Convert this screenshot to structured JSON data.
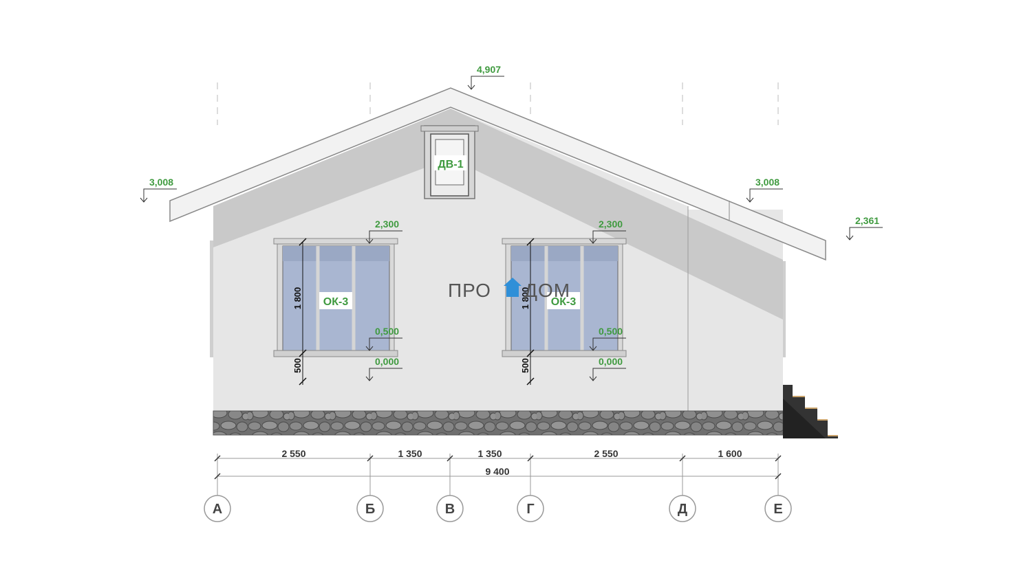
{
  "levels": {
    "ridge": "4,907",
    "eave_left": "3,008",
    "eave_right": "3,008",
    "eave_low_right": "2,361",
    "window_top_left": "2,300",
    "window_top_right": "2,300",
    "sill_left": "0,500",
    "sill_right": "0,500",
    "zero_left": "0,000",
    "zero_right": "0,000"
  },
  "tags": {
    "gable_door": "ДВ-1",
    "window_left": "ОК-3",
    "window_right": "ОК-3"
  },
  "window_dims": {
    "left_height": "1 800",
    "left_sill": "500",
    "right_height": "1 800",
    "right_sill": "500"
  },
  "dimensions": {
    "segments": [
      "2 550",
      "1 350",
      "1 350",
      "2 550",
      "1 600"
    ],
    "total": "9 400"
  },
  "axes": [
    "А",
    "Б",
    "В",
    "Г",
    "Д",
    "Е"
  ],
  "logo": {
    "left": "ПРО",
    "right": "ДОМ"
  },
  "colors": {
    "level_green": "#3f9a3f",
    "wall": "#e6e6e6",
    "wall_shade": "#c9c9c9",
    "roof": "#efefef",
    "glass": "#a9b6d1",
    "stone": "#7a7a7a",
    "logo_blue": "#2f8fd8"
  }
}
